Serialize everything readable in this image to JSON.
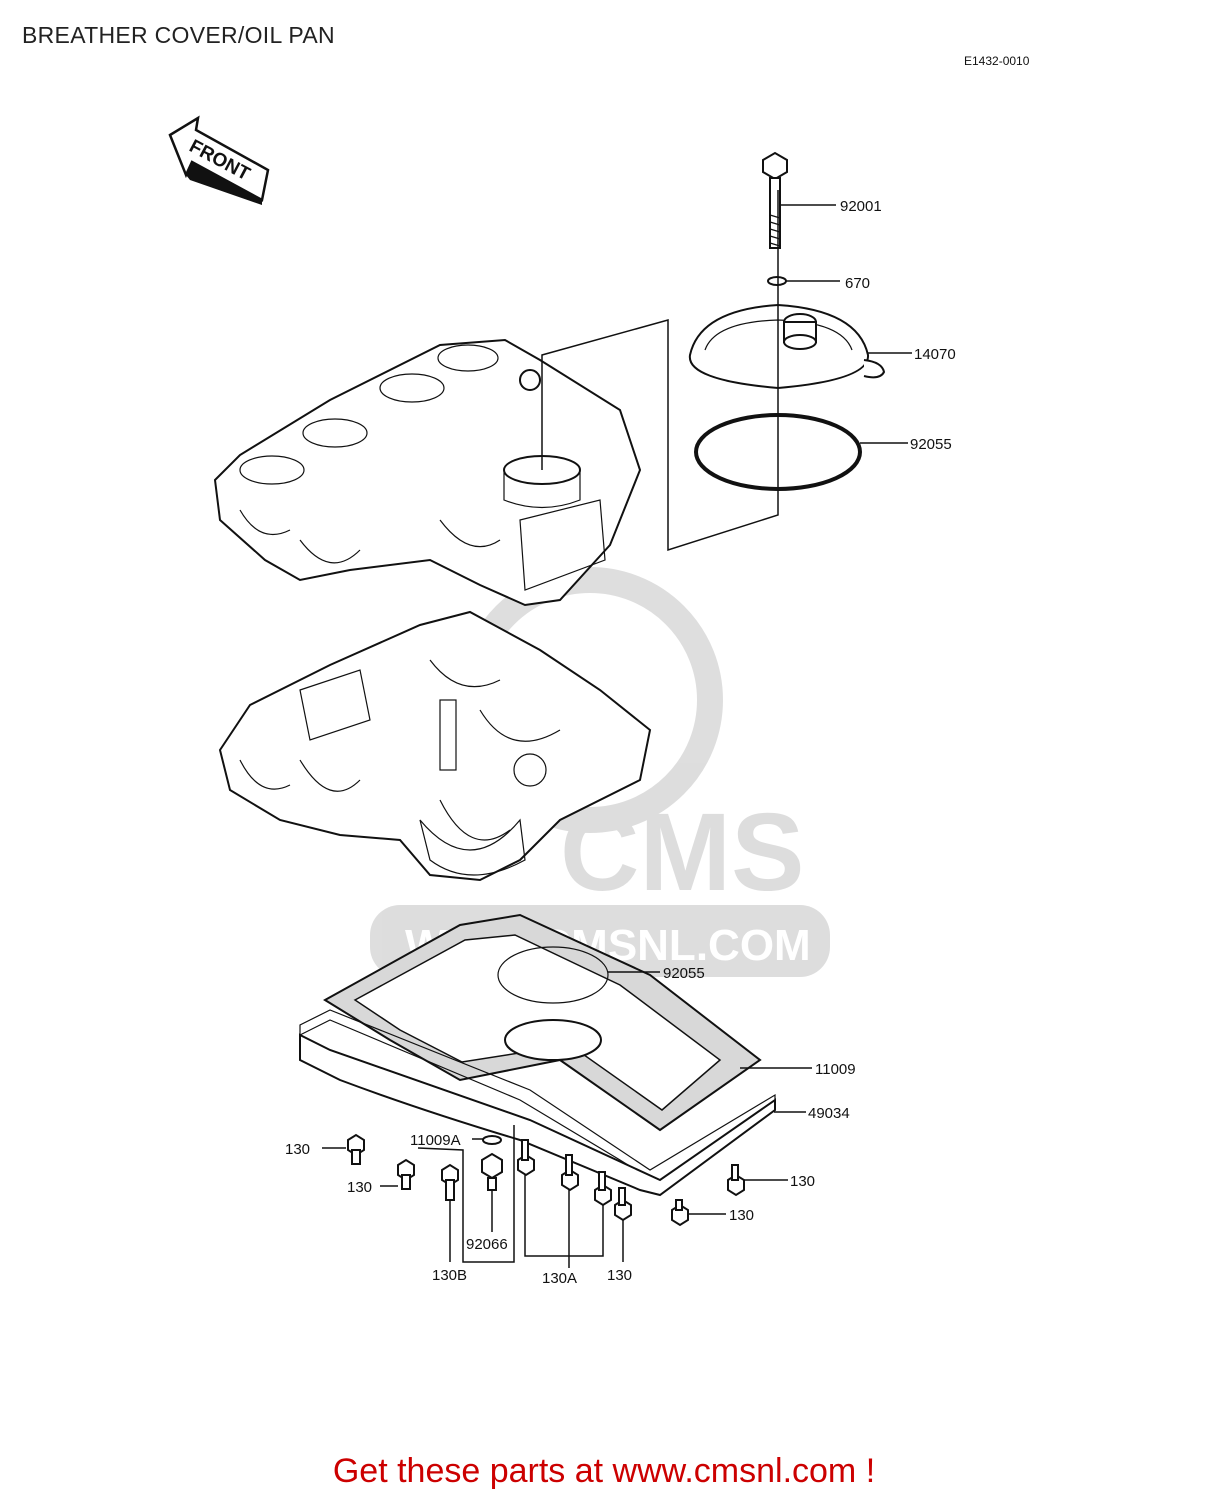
{
  "title": "BREATHER COVER/OIL PAN",
  "diagram_code": "E1432-0010",
  "front_label": "FRONT",
  "watermark": {
    "brand": "CMS",
    "url": "WWW.CMSNL.COM"
  },
  "callouts": [
    {
      "id": "92001",
      "label": "92001"
    },
    {
      "id": "670",
      "label": "670"
    },
    {
      "id": "14070",
      "label": "14070"
    },
    {
      "id": "92055-top",
      "label": "92055"
    },
    {
      "id": "92055-pan",
      "label": "92055"
    },
    {
      "id": "11009",
      "label": "11009"
    },
    {
      "id": "49034",
      "label": "49034"
    },
    {
      "id": "11009A",
      "label": "11009A"
    },
    {
      "id": "130-a",
      "label": "130"
    },
    {
      "id": "130-b",
      "label": "130"
    },
    {
      "id": "130-c",
      "label": "130"
    },
    {
      "id": "130-d",
      "label": "130"
    },
    {
      "id": "130-e",
      "label": "130"
    },
    {
      "id": "92066",
      "label": "92066"
    },
    {
      "id": "130B",
      "label": "130B"
    },
    {
      "id": "130A",
      "label": "130A"
    }
  ],
  "cta": "Get these parts at www.cmsnl.com !"
}
